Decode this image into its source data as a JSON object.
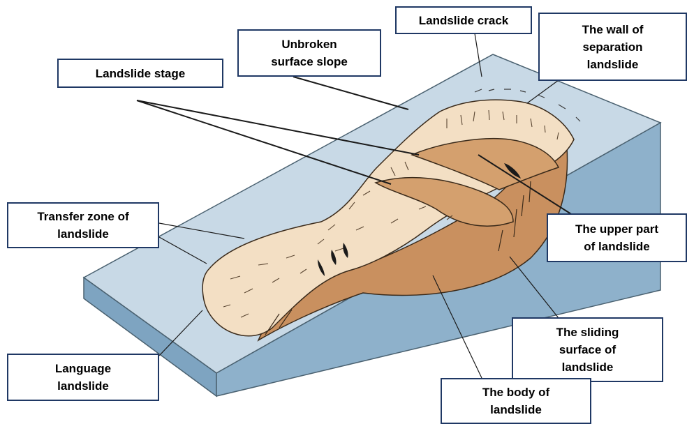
{
  "labels": {
    "landslide_crack": "Landslide crack",
    "wall_of_separation": "The wall of\nseparation\nlandslide",
    "unbroken_surface_slope": "Unbroken\nsurface slope",
    "landslide_stage": "Landslide stage",
    "transfer_zone": "Transfer zone of\nlandslide",
    "upper_part": "The upper part\nof landslide",
    "sliding_surface": "The sliding\nsurface of\nlandslide",
    "language_landslide": "Language\nlandslide",
    "body": "The body of\nlandslide"
  },
  "colors": {
    "box_border": "#1f3864",
    "slope_top": "#c8d9e6",
    "slope_side": "#8eb1cb",
    "slope_front": "#7ea4c1",
    "debris": "#f3dfc4",
    "body_brown": "#c9905f",
    "stage_brown": "#d4a06e"
  }
}
